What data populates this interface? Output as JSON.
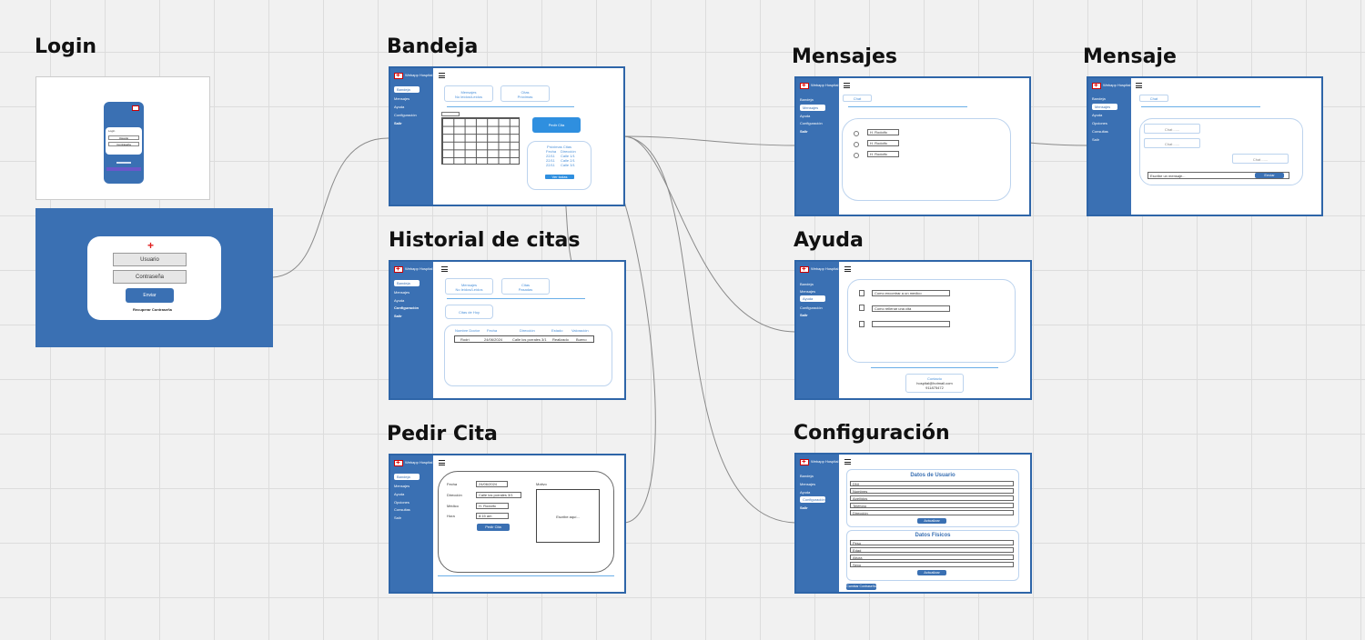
{
  "titles": {
    "login": "Login",
    "bandeja": "Bandeja",
    "historial": "Historial de citas",
    "pedir": "Pedir Cita",
    "mensajes": "Mensajes",
    "mensaje": "Mensaje",
    "ayuda": "Ayuda",
    "configuracion": "Configuración"
  },
  "app_name": "Webapp Hospital",
  "login": {
    "usuario": "Usuario",
    "contrasena": "Contraseña",
    "enviar": "Enviar",
    "recuperar": "Recuperar Contraseña",
    "phone_usuario": "Usuario",
    "phone_contrasena": "Contraseña"
  },
  "sidebar_main": [
    "Bandeja",
    "Mensajes",
    "Ayuda",
    "Configuración",
    "Salir"
  ],
  "bandeja": {
    "card1_line1": "Mensajes",
    "card1_line2": "No leídos/Leídos",
    "card2_line1": "Citas",
    "card2_line2": "Próximas",
    "pedir_cita": "Pedir Cita",
    "proximas_title": "Próximas Citas",
    "proximas_head": [
      "Fecha",
      "Dirección"
    ],
    "proximas_rows": [
      [
        "22/11",
        "Calle 1/1"
      ],
      [
        "22/11",
        "Calle 2/1"
      ],
      [
        "22/11",
        "Calle 3/1"
      ]
    ],
    "ver_todas": "Ver todas"
  },
  "historial": {
    "card1_line1": "Mensajes",
    "card1_line2": "No leídos/Leídos",
    "card2_line1": "Citas",
    "card2_line2": "Pasadas",
    "subtitle": "Citas de Hoy",
    "headers": [
      "Nombre Doctor",
      "Fecha",
      "Dirección",
      "Estado",
      "Valoración"
    ],
    "row": [
      "Rodrí",
      "24/06/2024",
      "Calle los porrales 3/1",
      "Realizado",
      "Bueno"
    ]
  },
  "pedir": {
    "sidebar": [
      "Bandeja",
      "Mensajes",
      "Ayuda",
      "Opciones",
      "Consultas",
      "Salir"
    ],
    "labels": [
      "Fecha",
      "Dirección",
      "Médico",
      "Hora"
    ],
    "values": [
      "24/06/2024",
      "Calle los porrales 3/1",
      "H. Rodolfo",
      "8:15 am"
    ],
    "motivo_label": "Motivo",
    "motivo_placeholder": "Escribe aquí...",
    "submit": "Pedir Cita"
  },
  "mensajes": {
    "sidebar": [
      "Bandeja",
      "Mensajes",
      "Ayuda",
      "Configuración",
      "Salir"
    ],
    "tab": "Chat",
    "contacts": [
      "H. Rodolfo",
      "H. Rodolfo",
      "H. Rodolfo"
    ]
  },
  "mensaje": {
    "sidebar": [
      "Bandeja",
      "Mensajes",
      "Ayuda",
      "Opciones",
      "Consultas",
      "Salir"
    ],
    "tab": "Chat",
    "bubbles": [
      "Chat ......",
      "Chat ......",
      "Chat ......"
    ],
    "input_placeholder": "Escribe un mensaje...",
    "send": "Enviar"
  },
  "ayuda": {
    "sidebar": [
      "Bandeja",
      "Mensajes",
      "Ayuda",
      "Configuración",
      "Salir"
    ],
    "questions": [
      "Como encontrar a un medico",
      "Como rellenar una cita",
      ""
    ],
    "contact_title": "Contacto",
    "contact_email": "hospital@hotmail.com",
    "contact_phone": "911875472"
  },
  "config": {
    "sidebar": [
      "Bandeja",
      "Mensajes",
      "Ayuda",
      "Configuración",
      "Salir"
    ],
    "user_title": "Datos de Usuario",
    "user_fields": [
      "DNI",
      "Nombres",
      "Apellidos",
      "Teléfono",
      "Dirección"
    ],
    "user_button": "Actualizar",
    "phys_title": "Datos Físicos",
    "phys_fields": [
      "Peso",
      "Edad",
      "Altura",
      "Sexo"
    ],
    "phys_button": "Actualizar",
    "bottom_button": "Cambiar Contraseña"
  }
}
